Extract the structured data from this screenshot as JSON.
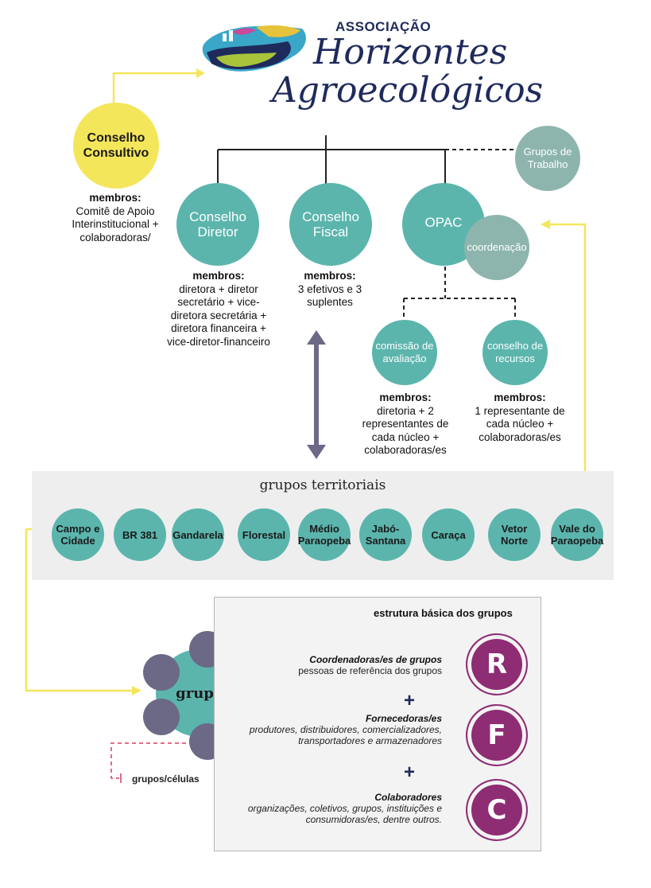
{
  "logo": {
    "line1": "ASSOCIAÇÃO",
    "line2": "Horizontes",
    "line3": "Agroecológicos"
  },
  "conselho_consultivo": {
    "label": "Conselho Consultivo",
    "members_title": "membros:",
    "members_text": "Comitê de Apoio Interinstitucional + colaboradoras/"
  },
  "conselho_diretor": {
    "label": "Conselho Diretor",
    "members_title": "membros:",
    "members_text": "diretora + diretor secretário + vice-diretora secretária + diretora financeira + vice-diretor-financeiro"
  },
  "conselho_fiscal": {
    "label": "Conselho Fiscal",
    "members_title": "membros:",
    "members_text": "3 efetivos e 3 suplentes"
  },
  "opac": {
    "label": "OPAC",
    "coordenacao": "coordenação"
  },
  "grupos_trabalho": {
    "label": "Grupos de Trabalho"
  },
  "comissao": {
    "label": "comissão de avaliação",
    "members_title": "membros:",
    "members_text": "diretoria + 2 representantes de cada núcleo + colaboradoras/es"
  },
  "recursos": {
    "label": "conselho de recursos",
    "members_title": "membros:",
    "members_text": "1 representante de cada núcleo + colaboradoras/es"
  },
  "territorial": {
    "title": "grupos territoriais",
    "groups": [
      "Campo e Cidade",
      "BR 381",
      "Gandarela",
      "Florestal",
      "Médio Paraopeba",
      "Jabó-Santana",
      "Caraça",
      "Vetor Norte",
      "Vale do Paraopeba"
    ]
  },
  "grupo": {
    "center_label": "grupo",
    "cells_label": "grupos/células"
  },
  "estrutura": {
    "title": "estrutura básica dos grupos",
    "plus": "+",
    "roles": [
      {
        "letter": "R",
        "title": "Coordenadoras/es de grupos",
        "desc": "pessoas de referência dos grupos"
      },
      {
        "letter": "F",
        "title": "Fornecedoras/es",
        "desc": "produtores, distribuidores, comercializadores, transportadores e armazenadores"
      },
      {
        "letter": "C",
        "title": "Colaboradores",
        "desc": "organizações, coletivos, grupos, instituições e consumidoras/es, dentre outros."
      }
    ]
  },
  "colors": {
    "teal": "#5bb5ad",
    "sage": "#8db5ad",
    "yellow": "#f4e65b",
    "purple_dark": "#6c6987",
    "magenta": "#8e2d73",
    "navy": "#1f2a5c",
    "pink_dashed": "#e05a7a"
  }
}
